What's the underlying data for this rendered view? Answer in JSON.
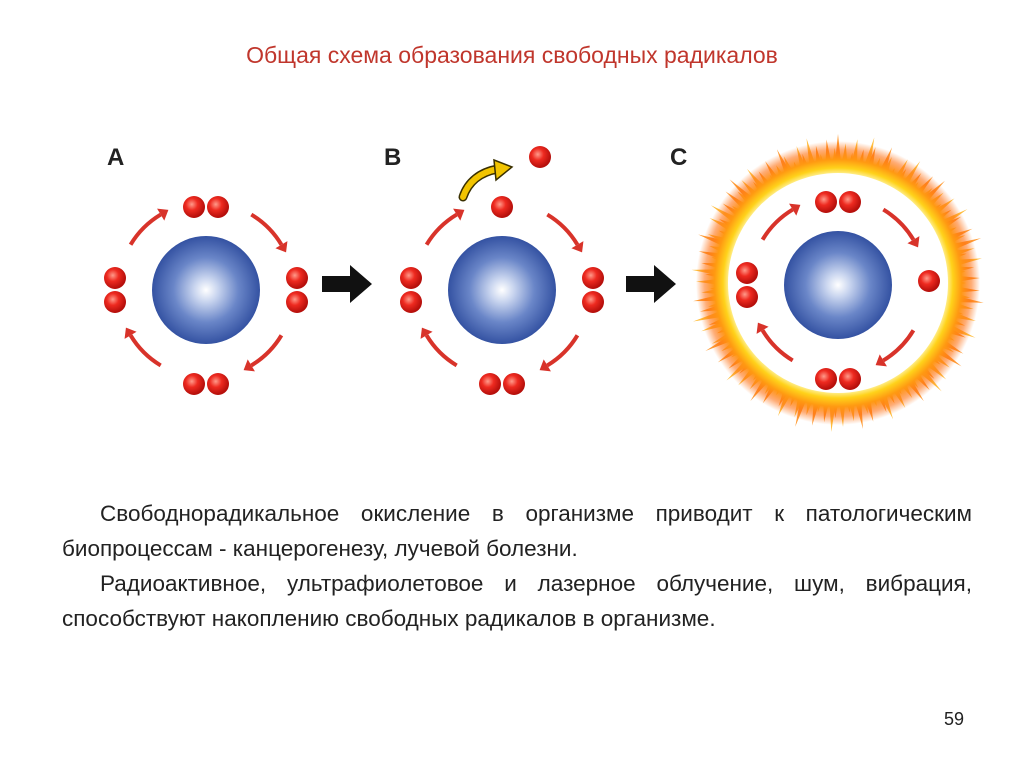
{
  "title": "Общая схема образования свободных радикалов",
  "stages": [
    {
      "label": "A"
    },
    {
      "label": "B"
    },
    {
      "label": "C"
    }
  ],
  "colors": {
    "title": "#c0362c",
    "electron": "#e8201a",
    "nucleus": "#3f61b0",
    "orbit_arrow": "#d8332a",
    "reaction_arrow": "#111111",
    "ejection_arrow": "#f2c400",
    "flare": "#ff9a1a"
  },
  "icons": [
    "atom-nucleus",
    "electron-dot",
    "orbit-arrow",
    "reaction-arrow",
    "ejection-arrow",
    "radical-flare"
  ],
  "paragraphs": [
    "Свободнорадикальное окисление в организме приводит к патологическим биопроцессам - канцерогенезу, лучевой болезни.",
    "Радиоактивное, ультрафиолетовое и лазерное облучение, шум, вибрация, способствуют накоплению свободных радикалов в организме."
  ],
  "page_number": "59"
}
